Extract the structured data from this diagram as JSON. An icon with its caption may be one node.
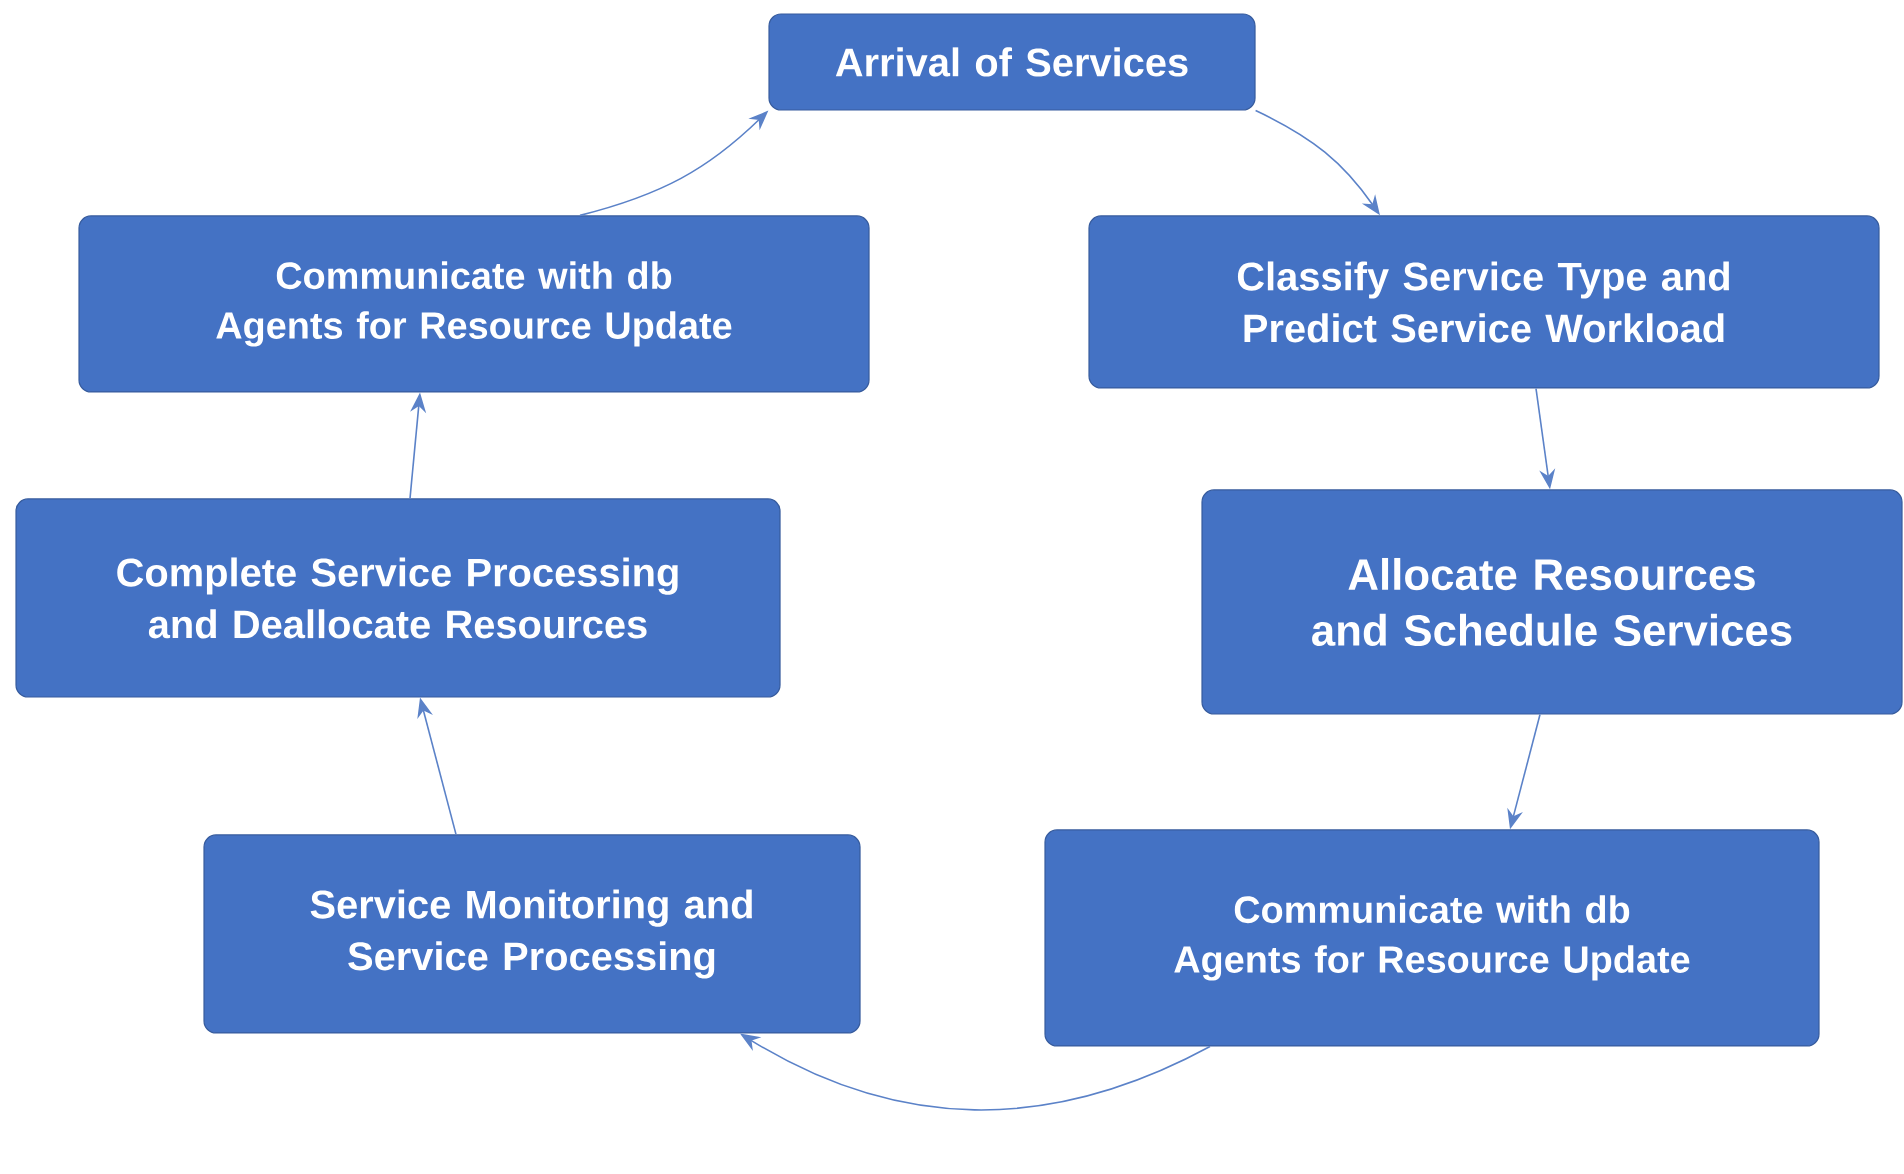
{
  "diagram": {
    "nodes": [
      {
        "text": [
          "Arrival of Services"
        ]
      },
      {
        "text": [
          "Classify Service Type and Predict Service Workload"
        ]
      },
      {
        "text": [
          "Allocate Resources and Schedule Services"
        ]
      },
      {
        "text": [
          "Communicate with db Agents for Resource Update"
        ]
      },
      {
        "text": [
          "Service Monitoring and Service Processing"
        ]
      },
      {
        "text": [
          "Complete Service Processing and Deallocate Resources"
        ]
      },
      {
        "text": [
          "Communicate with db Agents for Resource Update"
        ]
      }
    ],
    "edges": [
      {
        "from": 0,
        "to": 1,
        "arrow": "to"
      },
      {
        "from": 1,
        "to": 2,
        "arrow": "to"
      },
      {
        "from": 2,
        "to": 3,
        "arrow": "to"
      },
      {
        "from": 3,
        "to": 4,
        "arrow": "to"
      },
      {
        "from": 4,
        "to": 5,
        "arrow": "to"
      },
      {
        "from": 5,
        "to": 6,
        "arrow": "to"
      },
      {
        "from": 6,
        "to": 0,
        "arrow": "to"
      }
    ]
  }
}
